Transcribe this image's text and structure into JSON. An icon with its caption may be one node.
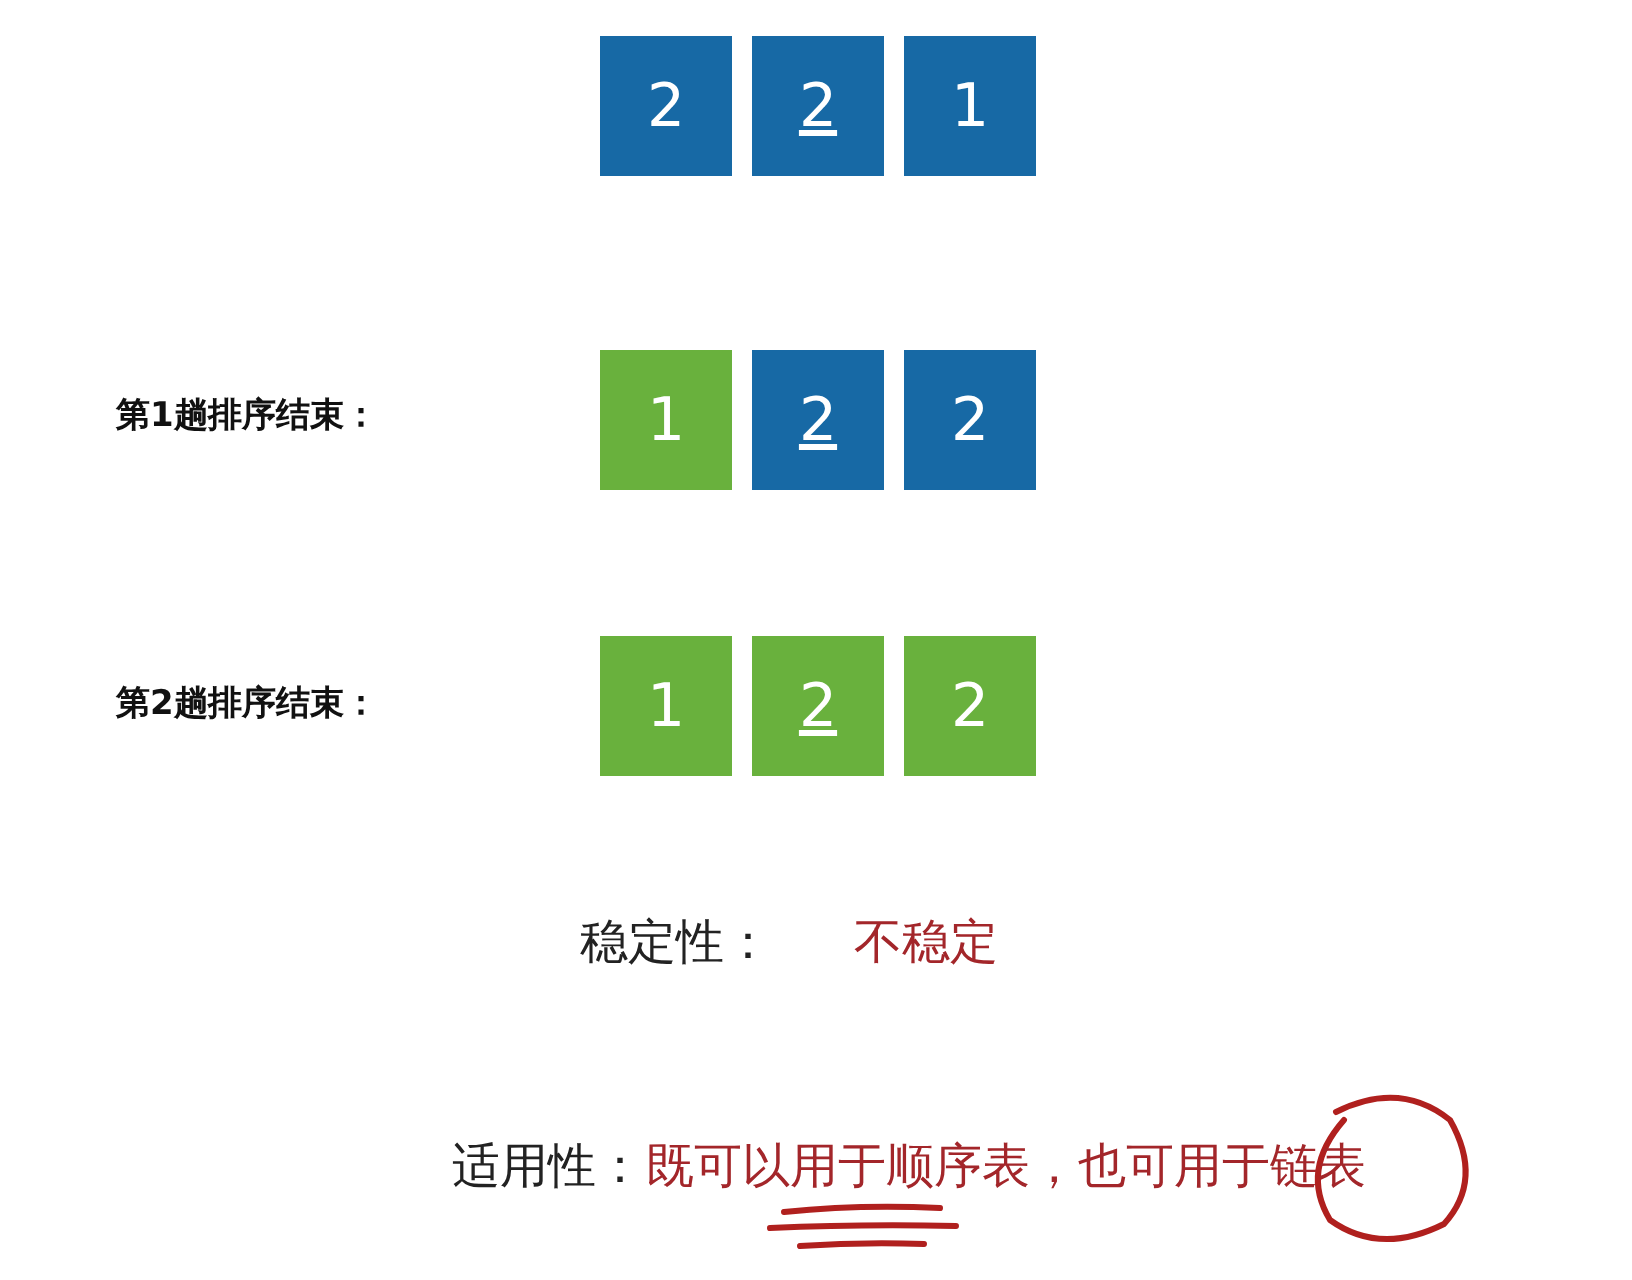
{
  "diagram": {
    "nodes": [
      {
        "text": [
          "2"
        ]
      },
      {
        "text": [
          "2"
        ]
      },
      {
        "text": [
          "1"
        ]
      },
      {
        "text": [
          "1"
        ]
      },
      {
        "text": [
          "2"
        ]
      },
      {
        "text": [
          "2"
        ]
      },
      {
        "text": [
          "1"
        ]
      },
      {
        "text": [
          "2"
        ]
      },
      {
        "text": [
          "2"
        ]
      }
    ],
    "labels": [
      "第1趟排序结束：",
      "第2趟排序结束：",
      "稳定性：",
      "不稳定",
      "适用性：",
      "既可以用于顺序表，也可用于链表"
    ]
  }
}
